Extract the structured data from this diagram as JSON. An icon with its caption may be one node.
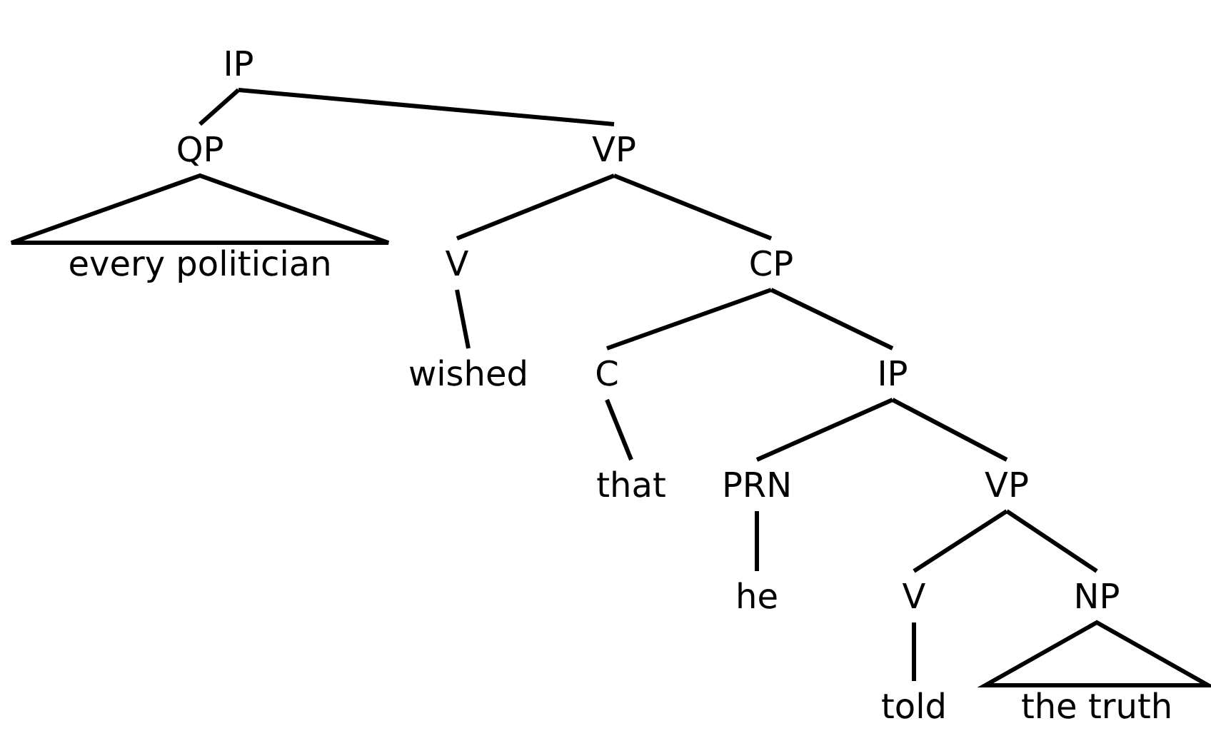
{
  "diagram": {
    "nodes": [
      {
        "text": [
          "IP"
        ]
      },
      {
        "text": [
          "QP"
        ]
      },
      {
        "text": [
          "VP"
        ]
      },
      {
        "text": [
          "every politician"
        ]
      },
      {
        "text": [
          "V"
        ]
      },
      {
        "text": [
          "CP"
        ]
      },
      {
        "text": [
          "wished"
        ]
      },
      {
        "text": [
          "C"
        ]
      },
      {
        "text": [
          "IP"
        ]
      },
      {
        "text": [
          "that"
        ]
      },
      {
        "text": [
          "PRN"
        ]
      },
      {
        "text": [
          "VP"
        ]
      },
      {
        "text": [
          "he"
        ]
      },
      {
        "text": [
          "V"
        ]
      },
      {
        "text": [
          "NP"
        ]
      },
      {
        "text": [
          "told"
        ]
      },
      {
        "text": [
          "the truth"
        ]
      }
    ],
    "edges": [
      {
        "from": 0,
        "to": 1,
        "arrow": "none"
      },
      {
        "from": 0,
        "to": 2,
        "arrow": "none"
      },
      {
        "from": 1,
        "to": 3,
        "arrow": "none"
      },
      {
        "from": 2,
        "to": 4,
        "arrow": "none"
      },
      {
        "from": 2,
        "to": 5,
        "arrow": "none"
      },
      {
        "from": 4,
        "to": 6,
        "arrow": "none"
      },
      {
        "from": 5,
        "to": 7,
        "arrow": "none"
      },
      {
        "from": 5,
        "to": 8,
        "arrow": "none"
      },
      {
        "from": 7,
        "to": 9,
        "arrow": "none"
      },
      {
        "from": 8,
        "to": 10,
        "arrow": "none"
      },
      {
        "from": 8,
        "to": 11,
        "arrow": "none"
      },
      {
        "from": 10,
        "to": 12,
        "arrow": "none"
      },
      {
        "from": 11,
        "to": 13,
        "arrow": "none"
      },
      {
        "from": 11,
        "to": 14,
        "arrow": "none"
      },
      {
        "from": 13,
        "to": 15,
        "arrow": "none"
      },
      {
        "from": 14,
        "to": 16,
        "arrow": "none"
      }
    ]
  }
}
